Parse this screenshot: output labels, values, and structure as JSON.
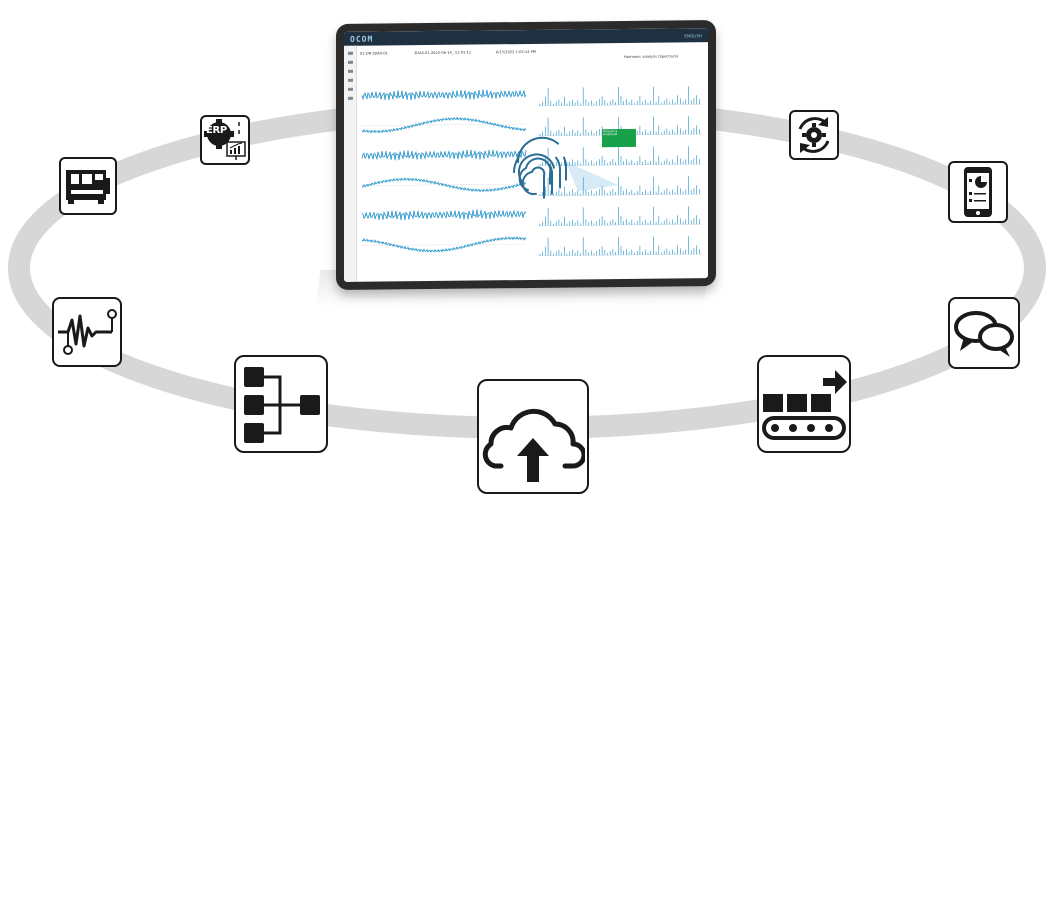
{
  "tablet": {
    "app_name": "OCOM",
    "user_label": "ENGLISH",
    "fields": {
      "sensor_value": "01-DR-3DAX-01",
      "dataset_value": "3DAX-01-2022-06-14_-11-01-11",
      "timestamp_value": "6/15/2022 1:02:14 PM",
      "analysis_value": "Harmonic analysis (Spectrum)"
    },
    "tooltip": {
      "line1": "Frequency",
      "line2": "Amplitude"
    }
  },
  "icons": [
    "machine-tool-icon",
    "erp-gear-chart-icon",
    "signal-waveform-icon",
    "hierarchy-flowchart-icon",
    "cloud-upload-icon",
    "conveyor-belt-icon",
    "chat-bubbles-icon",
    "mobile-dashboard-icon",
    "cycle-gear-icon",
    "fingerprint-icon"
  ],
  "erp_label": "ERP",
  "colors": {
    "ring": "#d7d7d7",
    "icon_stroke": "#1a1a1a",
    "signal_blue": "#1b8fc9",
    "tooltip_green": "#19a04a"
  }
}
